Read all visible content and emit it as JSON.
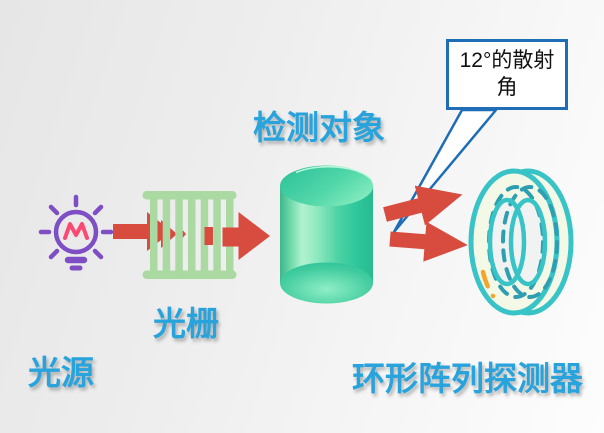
{
  "scene": {
    "callout": {
      "text": "12°的散射角"
    },
    "labels": {
      "light_source": "光源",
      "grating": "光栅",
      "detection_object": "检测对象",
      "ring_detector": "环形阵列探测器"
    }
  },
  "icons": {
    "light_bulb": "light-bulb-icon",
    "grating": "grating-icon",
    "detection_object": "cylinder-object-icon",
    "ring_detector": "ring-detector-icon",
    "beam_arrows": "red-beam-arrow-icon",
    "callout_pointer": "callout-pointer-icon",
    "detector_segment": "detector-segment-highlight-icon"
  },
  "colors": {
    "label_blue": "#29a3dc",
    "arrow_red": "#d84c40",
    "grating_green": "#abd9a2",
    "bulb_purple": "#7e4ec5",
    "filament_pink": "#fa4a73",
    "callout_border_blue": "#1e6db6",
    "ring_teal": "#38c4c6",
    "ring_fill": "#f4f8e6",
    "ring_dash_teal": "#2e9eb0",
    "detector_orange": "#f4a42c",
    "cylinder_teal": "#2ec79c",
    "cylinder_mint": "#aef2cd",
    "background_gray": "#ececec"
  }
}
